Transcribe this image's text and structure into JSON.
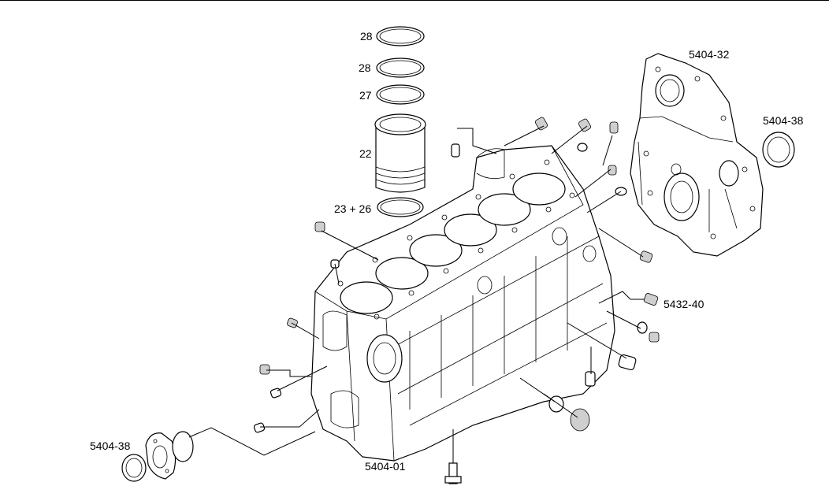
{
  "diagram": {
    "title": "",
    "callouts": {
      "ring_top_1": "28",
      "ring_top_2": "28",
      "ring_seal": "27",
      "liner": "22",
      "liner_rings": "23 + 26",
      "front_cover": "5404-32",
      "front_seal": "5404-38",
      "rear_seal": "5404-38",
      "plug_kit": "5432-40",
      "block_kit": "5404-01"
    }
  }
}
